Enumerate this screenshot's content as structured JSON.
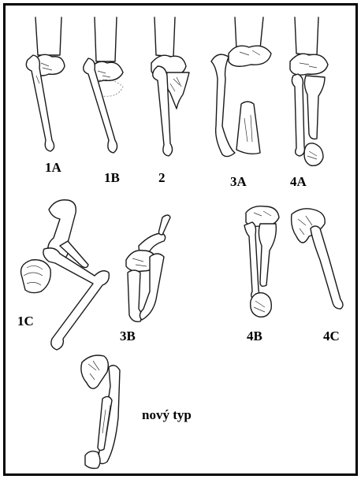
{
  "labels": {
    "l1A": "1A",
    "l1B": "1B",
    "l2": "2",
    "l3A": "3A",
    "l4A": "4A",
    "l1C": "1C",
    "l3B": "3B",
    "l4B": "4B",
    "l4C": "4C",
    "novy": "nový typ"
  }
}
